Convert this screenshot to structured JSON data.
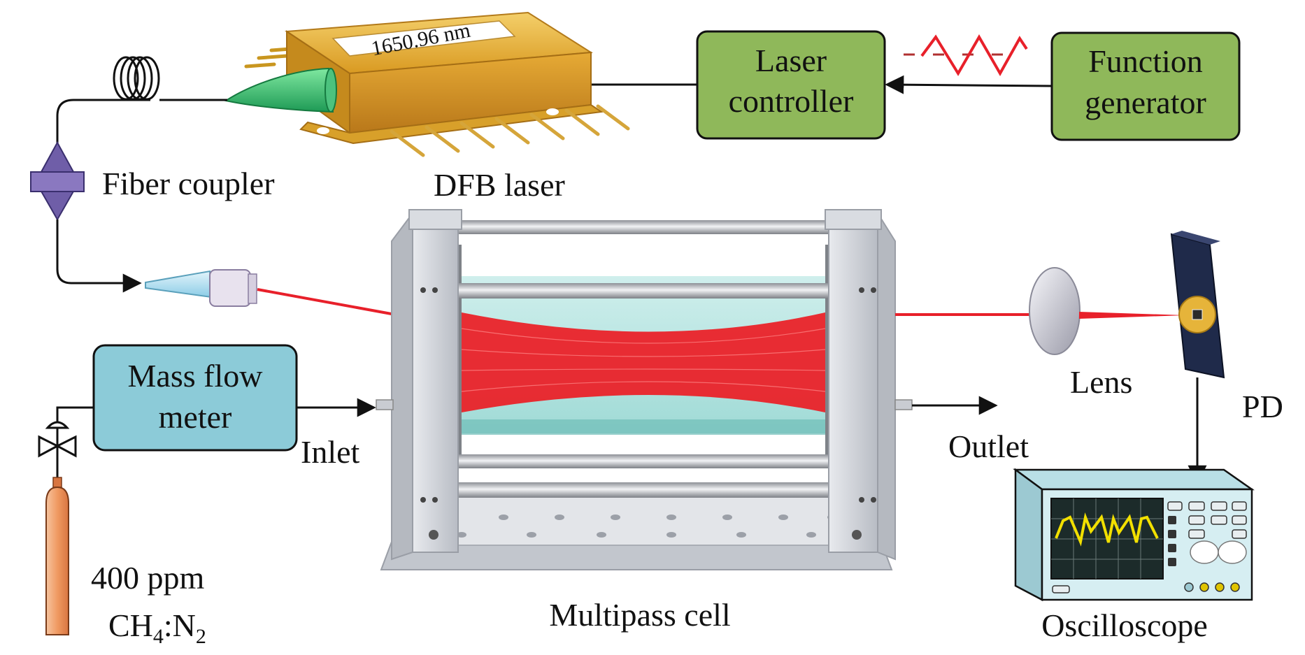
{
  "diagram": {
    "laser_label": "1650.96 nm",
    "blocks": {
      "laser_controller": [
        "Laser",
        "controller"
      ],
      "function_generator": [
        "Function",
        "generator"
      ],
      "mass_flow_meter": [
        "Mass flow",
        "meter"
      ]
    },
    "labels": {
      "fiber_coupler": "Fiber coupler",
      "dfb_laser": "DFB laser",
      "lens": "Lens",
      "pd": "PD",
      "inlet": "Inlet",
      "outlet": "Outlet",
      "multipass_cell": "Multipass cell",
      "oscilloscope": "Oscilloscope",
      "gas_conc": "400 ppm",
      "gas_mix": {
        "a": "CH",
        "a_sub": "4",
        "sep": ":N",
        "b_sub": "2"
      }
    },
    "colors": {
      "block_green": "#8fb85a",
      "block_blue": "#8ccbd8",
      "laser_gold": "#e0a832",
      "beam_red": "#e8202a",
      "coupler_purple": "#6f5ea8",
      "frame_gray": "#c9ccd2",
      "cylinder_orange": "#f0a070"
    }
  }
}
